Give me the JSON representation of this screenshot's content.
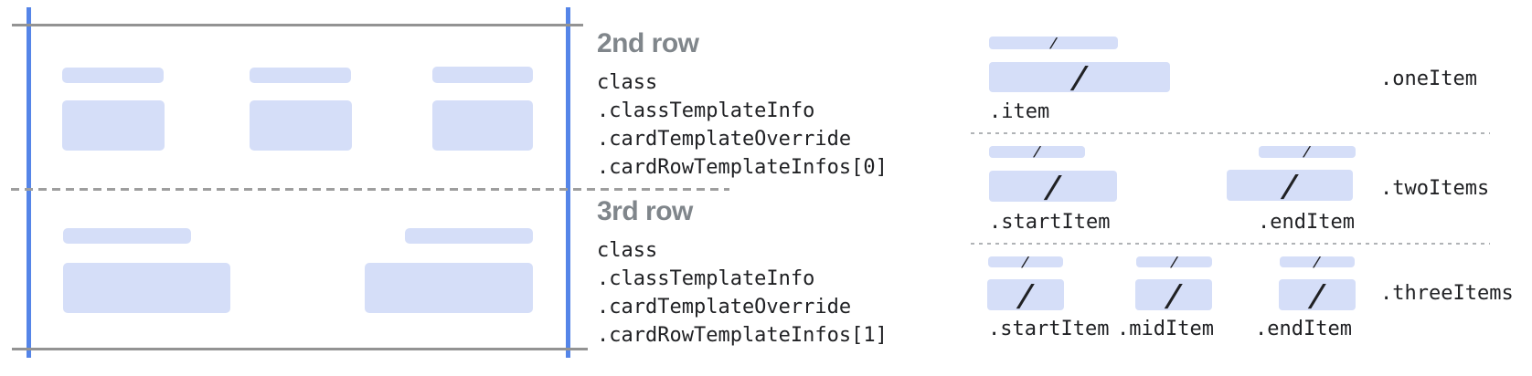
{
  "colors": {
    "bar_fill": "#d5def8",
    "crop_line_blue": "#5585e8",
    "frame_line_gray": "#939393",
    "dashed_line_gray": "#9e9e9e",
    "dotted_line_gray": "#b0b3b6",
    "heading_gray": "#80868b",
    "code_text": "#202124",
    "slash": "#202124"
  },
  "slash_glyph": "/",
  "card_annotations": [
    {
      "heading": "2nd row",
      "code_lines": [
        "class",
        ".classTemplateInfo",
        ".cardTemplateOverride",
        ".cardRowTemplateInfos[0]"
      ]
    },
    {
      "heading": "3rd row",
      "code_lines": [
        "class",
        ".classTemplateInfo",
        ".cardTemplateOverride",
        ".cardRowTemplateInfos[1]"
      ]
    }
  ],
  "item_layouts": [
    {
      "side_label": ".oneItem",
      "item_labels": [
        ".item"
      ]
    },
    {
      "side_label": ".twoItems",
      "item_labels": [
        ".startItem",
        ".endItem"
      ]
    },
    {
      "side_label": ".threeItems",
      "item_labels": [
        ".startItem",
        ".midItem",
        ".endItem"
      ]
    }
  ]
}
